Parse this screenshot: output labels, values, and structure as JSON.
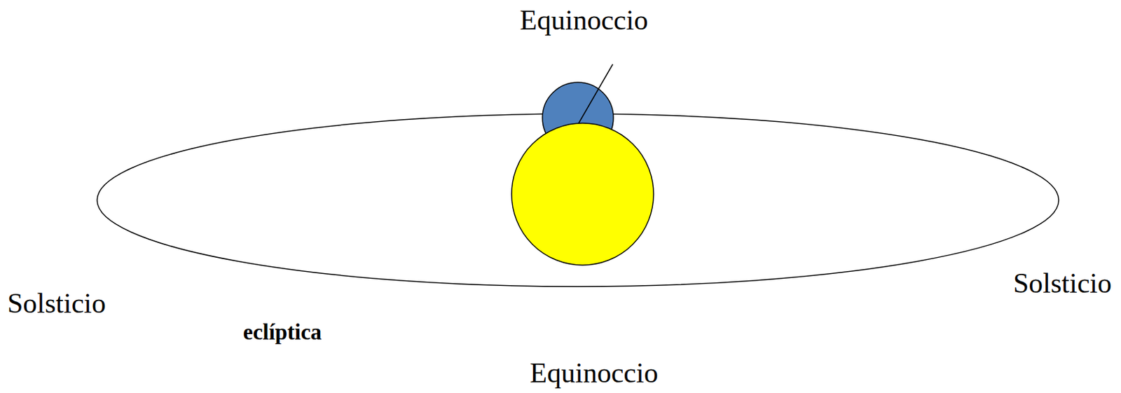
{
  "diagram": {
    "labels": [
      "Equinoccio",
      "Solsticio",
      "Solsticio",
      "eclíptica",
      "Equinoccio"
    ]
  }
}
